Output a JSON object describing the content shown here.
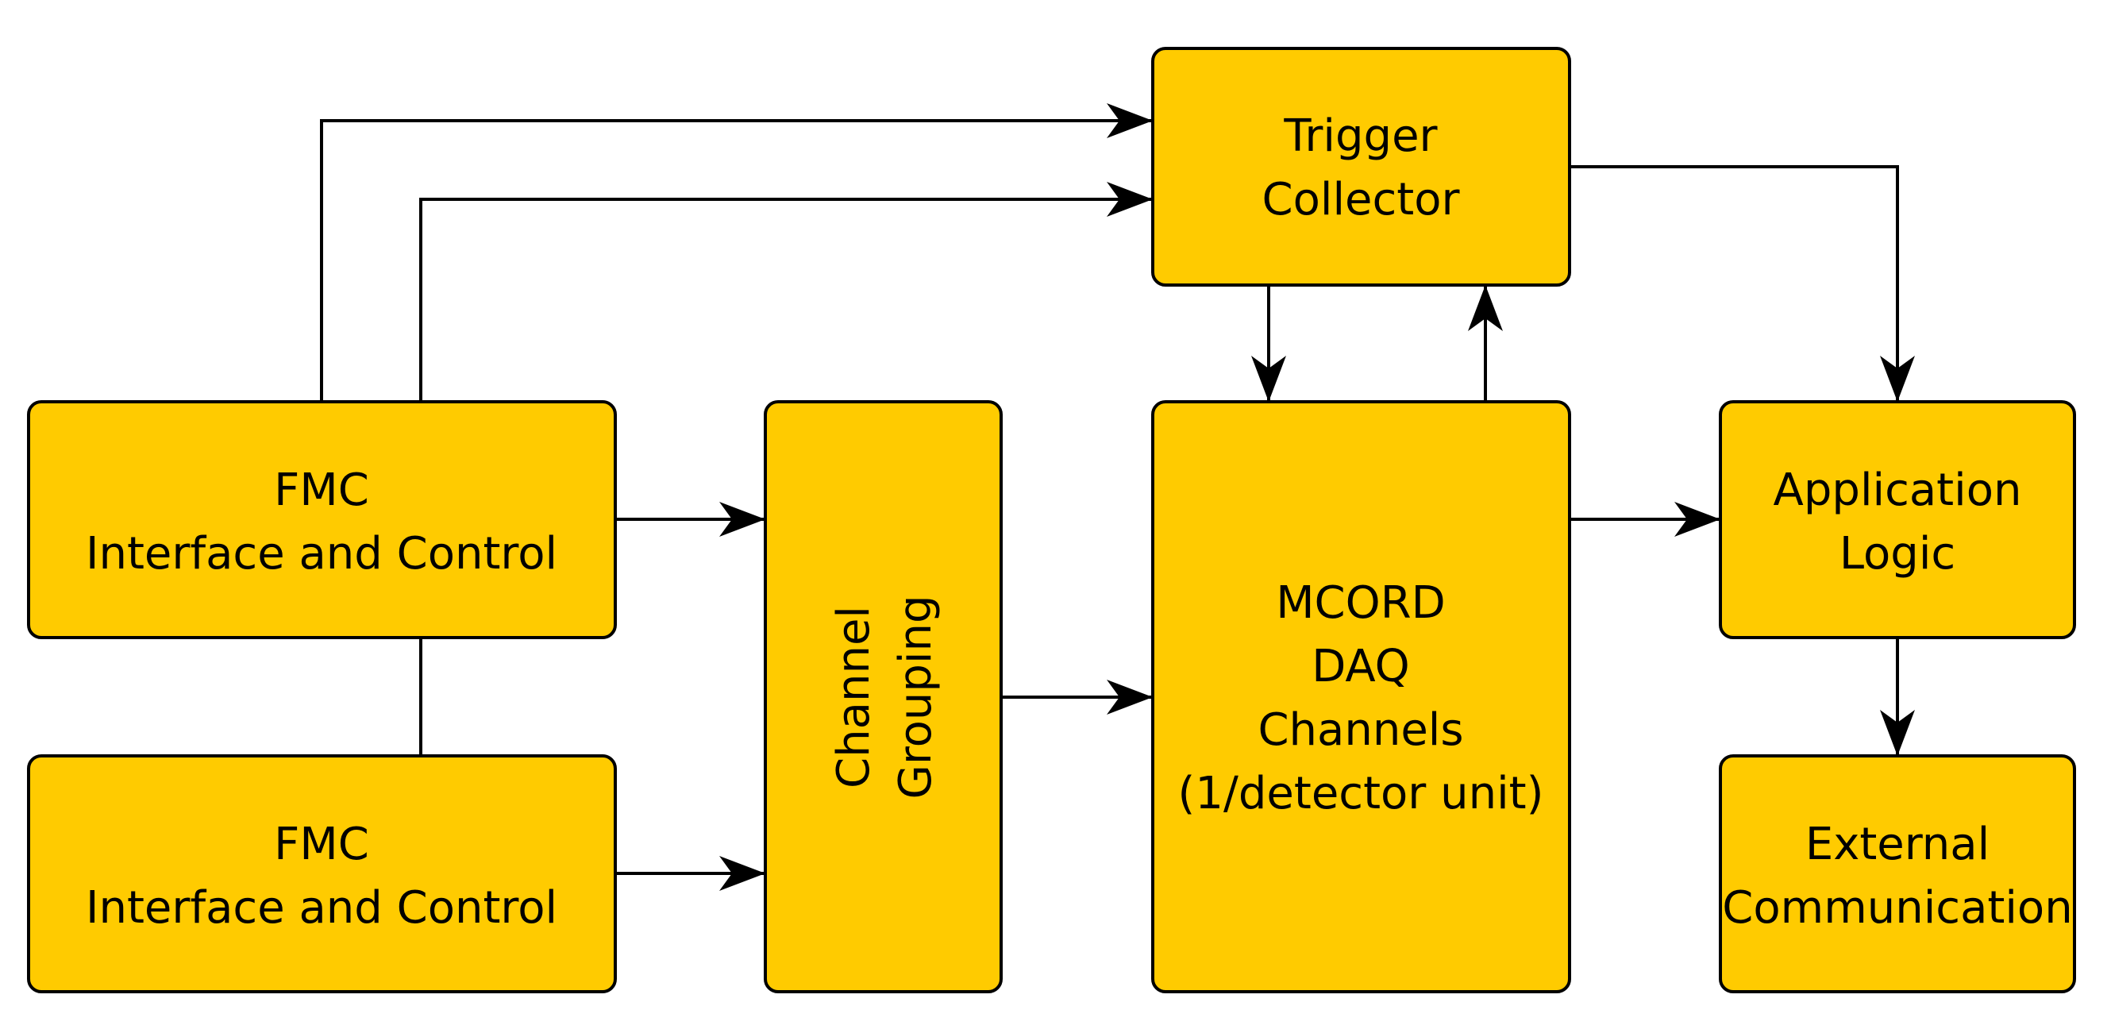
{
  "colors": {
    "block_fill": "#FFCB00",
    "stroke": "#000000",
    "background": "#FFFFFF"
  },
  "blocks": {
    "trigger_collector": {
      "line1": "Trigger",
      "line2": "Collector"
    },
    "fmc_1": {
      "line1": "FMC",
      "line2": "Interface and Control"
    },
    "fmc_2": {
      "line1": "FMC",
      "line2": "Interface and Control"
    },
    "channel_grouping": {
      "line1": "Channel",
      "line2": "Grouping"
    },
    "mcord_daq": {
      "line1": "MCORD",
      "line2": "DAQ",
      "line3": "Channels",
      "line4": "(1/detector unit)"
    },
    "application_logic": {
      "line1": "Application",
      "line2": "Logic"
    },
    "external_communication": {
      "line1": "External",
      "line2": "Communication"
    }
  }
}
